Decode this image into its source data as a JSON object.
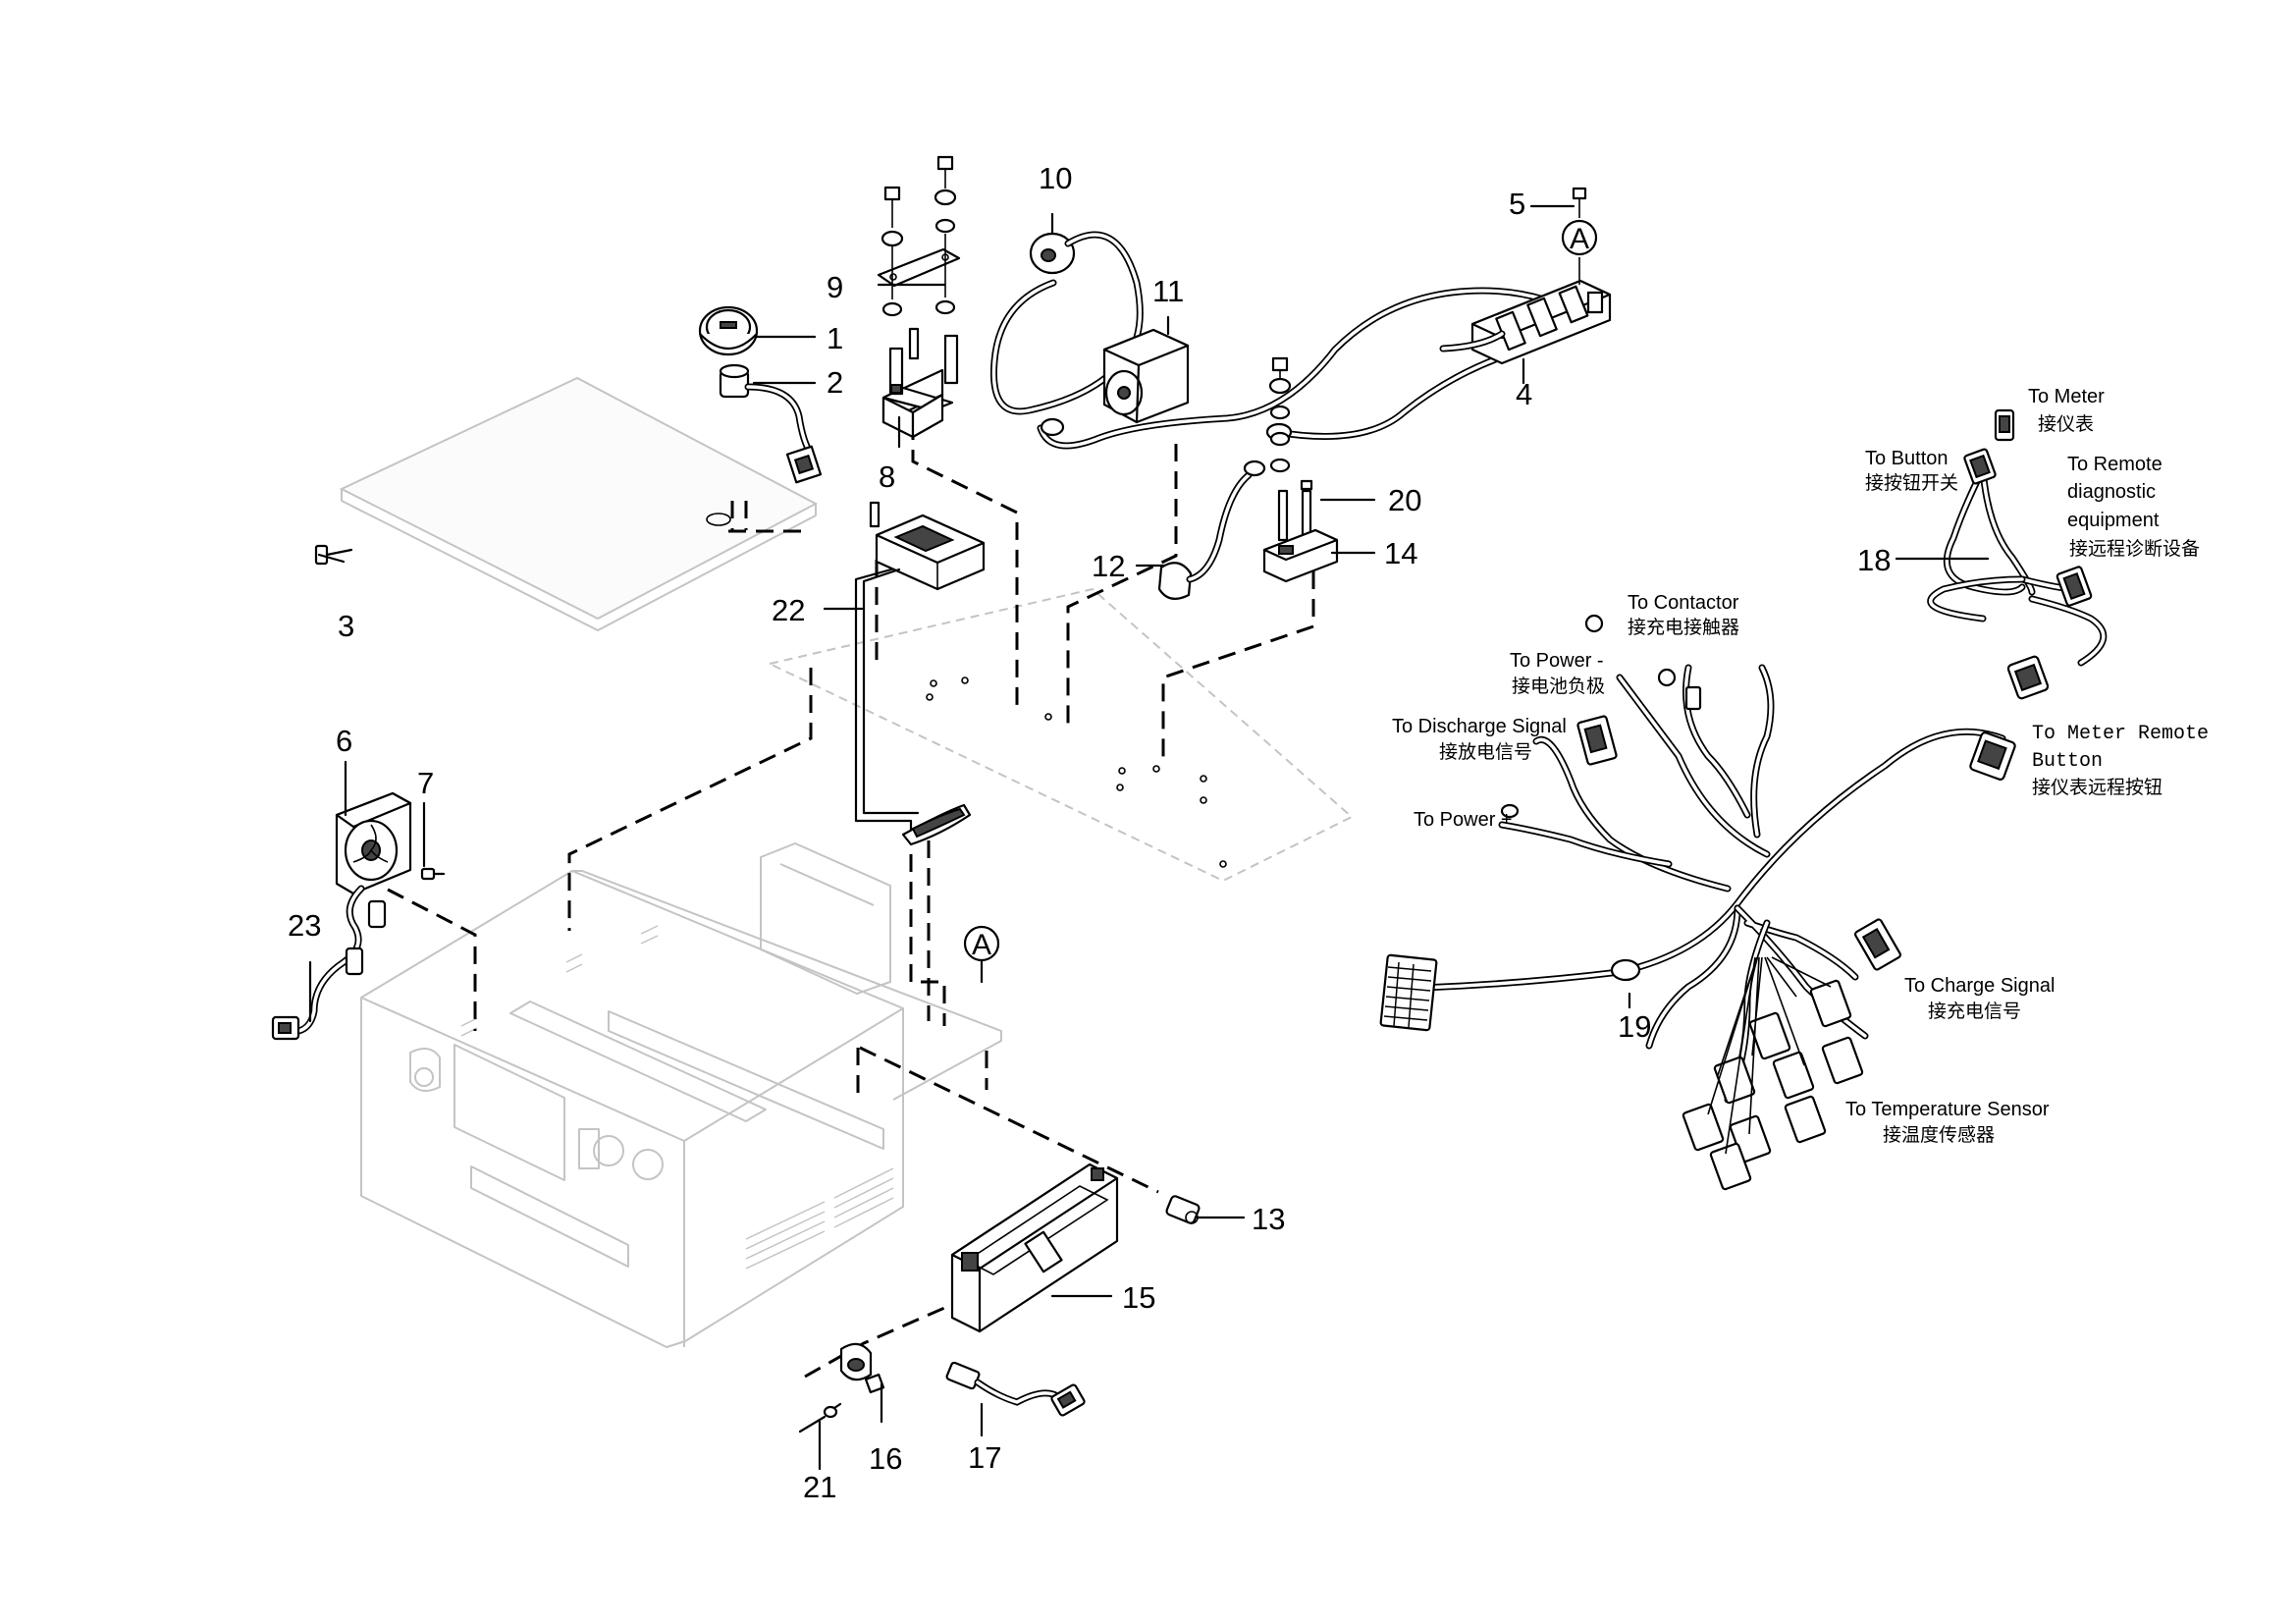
{
  "parts": {
    "p1": "1",
    "p2": "2",
    "p3": "3",
    "p4": "4",
    "p5": "5",
    "p6": "6",
    "p7": "7",
    "p8": "8",
    "p9": "9",
    "p10": "10",
    "p11": "11",
    "p12": "12",
    "p13": "13",
    "p14": "14",
    "p15": "15",
    "p16": "16",
    "p17": "17",
    "p18": "18",
    "p19": "19",
    "p20": "20",
    "p21": "21",
    "p22": "22",
    "p23": "23"
  },
  "reference_marks": {
    "upper": "A",
    "lower": "A"
  },
  "labels": {
    "to_meter_en": "To Meter",
    "to_meter_cn": "接仪表",
    "to_button_en": "To Button",
    "to_button_cn": "接按钮开关",
    "to_remote_1": "To Remote",
    "to_remote_2": "diagnostic",
    "to_remote_3": "equipment",
    "to_remote_cn": "接远程诊断设备",
    "to_contactor_en": "To Contactor",
    "to_contactor_cn": "接充电接触器",
    "to_power_neg_en": "To Power -",
    "to_power_neg_cn": "接电池负极",
    "to_discharge_en": "To Discharge Signal",
    "to_discharge_cn": "接放电信号",
    "to_power_pos_en": "To Power +",
    "to_meter_remote_1": "To Meter Remote",
    "to_meter_remote_2": "Button",
    "to_meter_remote_cn": "接仪表远程按钮",
    "to_charge_en": "To Charge Signal",
    "to_charge_cn": "接充电信号",
    "to_temp_en": "To Temperature Sensor",
    "to_temp_cn": "接温度传感器"
  }
}
